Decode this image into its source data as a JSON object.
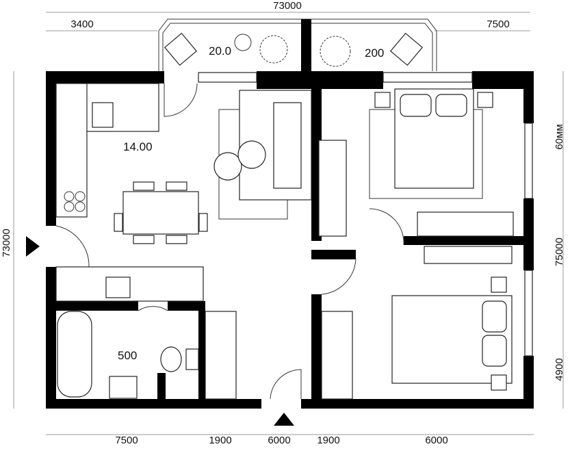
{
  "dimensions": {
    "top_total": "73000",
    "top_left": "3400",
    "top_right": "7500",
    "left_total": "73000",
    "right_top": "60мм",
    "right_middle": "75000",
    "right_bottom": "4900",
    "bottom": [
      "7500",
      "1900",
      "6000",
      "1900",
      "6000"
    ]
  },
  "rooms": {
    "balcony_left_area": "20.0",
    "balcony_right_area": "200",
    "kitchen_living_area": "14.00",
    "bathroom_area": "500"
  }
}
